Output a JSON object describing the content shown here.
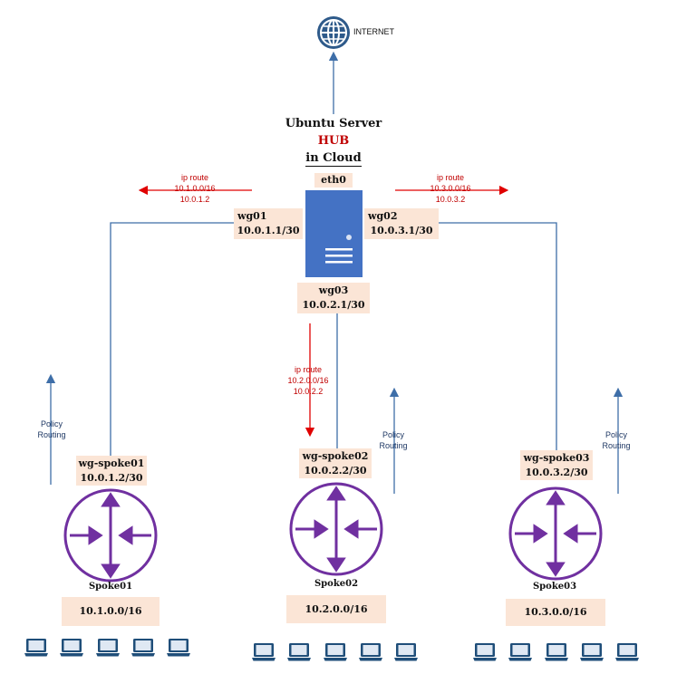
{
  "internet": {
    "label": "INTERNET",
    "icon": "globe-icon"
  },
  "hub": {
    "title_line1": "Ubuntu Server",
    "title_line2": "HUB",
    "title_line3": "in Cloud",
    "eth": "eth0",
    "server_icon": "server-icon",
    "wg01": {
      "name": "wg01",
      "ip": "10.0.1.1/30"
    },
    "wg02": {
      "name": "wg02",
      "ip": "10.0.3.1/30"
    },
    "wg03": {
      "name": "wg03",
      "ip": "10.0.2.1/30"
    }
  },
  "routes": {
    "left": {
      "l1": "ip route",
      "l2": "10.1.0.0/16",
      "l3": "10.0.1.2"
    },
    "right": {
      "l1": "ip route",
      "l2": "10.3.0.0/16",
      "l3": "10.0.3.2"
    },
    "center": {
      "l1": "ip route",
      "l2": "10.2.0.0/16",
      "l3": "10.0.2.2"
    }
  },
  "policy": {
    "l1": "Policy",
    "l2": "Routing"
  },
  "spokes": [
    {
      "iface": "wg-spoke01",
      "ip": "10.0.1.2/30",
      "name": "Spoke01",
      "lan": "10.1.0.0/16"
    },
    {
      "iface": "wg-spoke02",
      "ip": "10.0.2.2/30",
      "name": "Spoke02",
      "lan": "10.2.0.0/16"
    },
    {
      "iface": "wg-spoke03",
      "ip": "10.0.3.2/30",
      "name": "Spoke03",
      "lan": "10.3.0.0/16"
    }
  ],
  "icons": {
    "router": "router-icon",
    "laptop": "laptop-icon"
  },
  "colors": {
    "line": "#3e6ea8",
    "arrow_red": "#e00000",
    "box_fill": "#fbe5d6",
    "server": "#4472c4",
    "router": "#7030a0",
    "text_red": "#c00000"
  }
}
